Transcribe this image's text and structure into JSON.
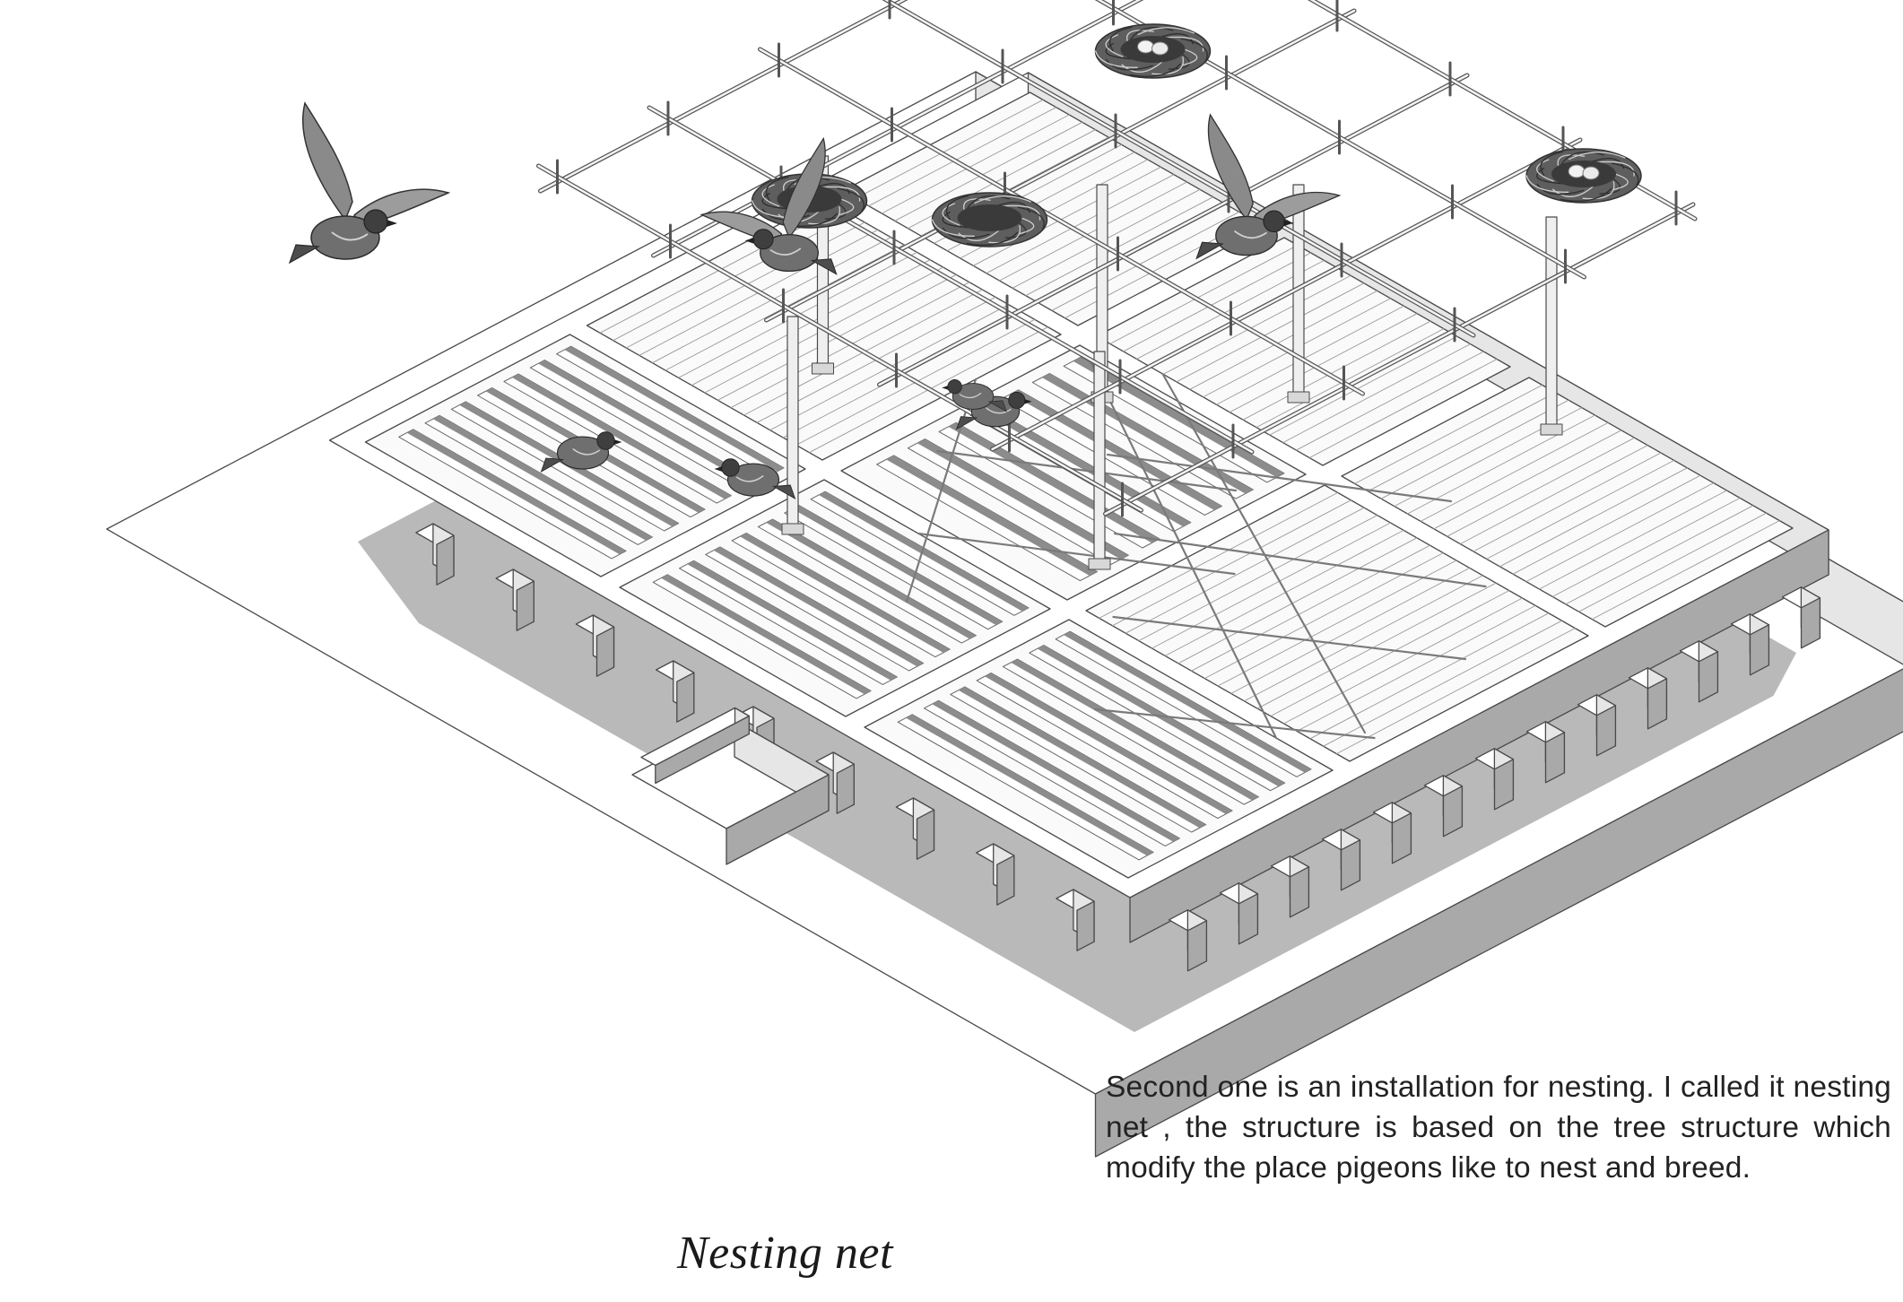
{
  "title": "Nesting net",
  "description": "Second one is an installation for nesting. I called it nesting net , the structure is based on the tree structure which modify the place pigeons like to nest and breed.",
  "colors": {
    "top": "#ffffff",
    "left_face": "#e6e6e6",
    "right_face": "#a9a9a9",
    "shadow": "#b9b9b9",
    "line": "#4a4a4a",
    "slot": "#8c8c8c"
  },
  "elements": {
    "base_slab": "base-slab",
    "raised_deck": "raised-deck",
    "ramp": "ramp",
    "columns": "tree-columns",
    "frame": "pergola-frame",
    "nests": "nests",
    "pigeons": "pigeons"
  }
}
